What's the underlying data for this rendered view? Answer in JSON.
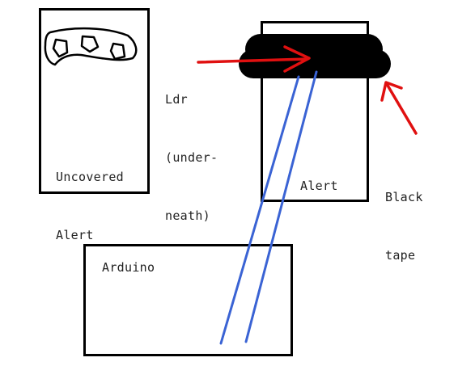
{
  "labels": {
    "uncovered_line1": "Uncovered",
    "uncovered_line2": "Alert",
    "ldr_line1": "Ldr",
    "ldr_line2": "(under-",
    "ldr_line3": "neath)",
    "alert": "Alert",
    "tape_line1": "Black",
    "tape_line2": "tape",
    "arduino": "Arduino"
  },
  "colors": {
    "outline": "#000000",
    "tape": "#000000",
    "wire": "#3a63d4",
    "arrow": "#e01010",
    "text": "#222222"
  }
}
